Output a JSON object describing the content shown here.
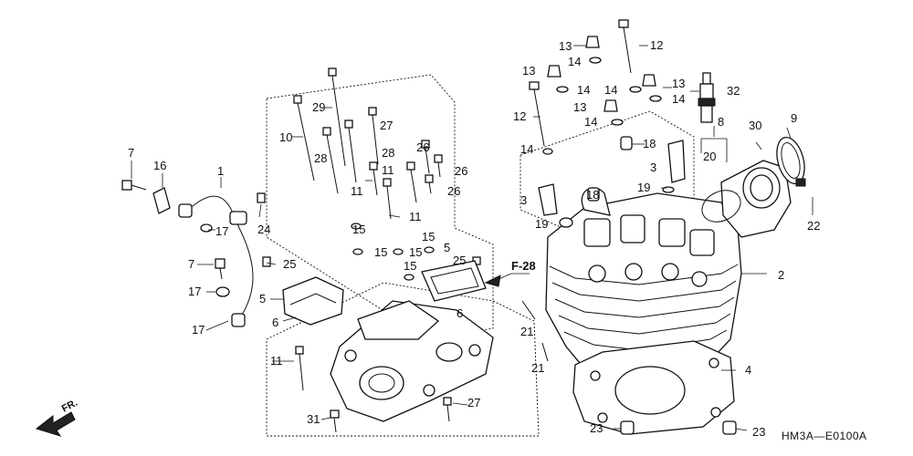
{
  "callouts": [
    {
      "id": "c7a",
      "text": "7"
    },
    {
      "id": "c16",
      "text": "16"
    },
    {
      "id": "c1",
      "text": "1"
    },
    {
      "id": "c17a",
      "text": "17"
    },
    {
      "id": "c24",
      "text": "24"
    },
    {
      "id": "c7b",
      "text": "7"
    },
    {
      "id": "c25a",
      "text": "25"
    },
    {
      "id": "c17b",
      "text": "17"
    },
    {
      "id": "c5a",
      "text": "5"
    },
    {
      "id": "c6a",
      "text": "6"
    },
    {
      "id": "c17c",
      "text": "17"
    },
    {
      "id": "c10",
      "text": "10"
    },
    {
      "id": "c29",
      "text": "29"
    },
    {
      "id": "c28a",
      "text": "28"
    },
    {
      "id": "c27a",
      "text": "27"
    },
    {
      "id": "c28b",
      "text": "28"
    },
    {
      "id": "c26a",
      "text": "26"
    },
    {
      "id": "c11a",
      "text": "11"
    },
    {
      "id": "c26b",
      "text": "26"
    },
    {
      "id": "c11b",
      "text": "11"
    },
    {
      "id": "c26c",
      "text": "26"
    },
    {
      "id": "c11c",
      "text": "11"
    },
    {
      "id": "c15a",
      "text": "15"
    },
    {
      "id": "c15b",
      "text": "15"
    },
    {
      "id": "c15c",
      "text": "15"
    },
    {
      "id": "c15d",
      "text": "15"
    },
    {
      "id": "c15e",
      "text": "15"
    },
    {
      "id": "c5b",
      "text": "5"
    },
    {
      "id": "c25b",
      "text": "25"
    },
    {
      "id": "c6b",
      "text": "6"
    },
    {
      "id": "c11d",
      "text": "11"
    },
    {
      "id": "c31",
      "text": "31"
    },
    {
      "id": "c27b",
      "text": "27"
    },
    {
      "id": "c13a",
      "text": "13"
    },
    {
      "id": "c12a",
      "text": "12"
    },
    {
      "id": "c14a",
      "text": "14"
    },
    {
      "id": "c13b",
      "text": "13"
    },
    {
      "id": "c14b",
      "text": "14"
    },
    {
      "id": "c14c",
      "text": "14"
    },
    {
      "id": "c13c",
      "text": "13"
    },
    {
      "id": "c14d",
      "text": "14"
    },
    {
      "id": "c12b",
      "text": "12"
    },
    {
      "id": "c13d",
      "text": "13"
    },
    {
      "id": "c14e",
      "text": "14"
    },
    {
      "id": "c14f",
      "text": "14"
    },
    {
      "id": "c32",
      "text": "32"
    },
    {
      "id": "c18a",
      "text": "18"
    },
    {
      "id": "c3a",
      "text": "3"
    },
    {
      "id": "c18b",
      "text": "18"
    },
    {
      "id": "c19a",
      "text": "19"
    },
    {
      "id": "c3b",
      "text": "3"
    },
    {
      "id": "c19b",
      "text": "19"
    },
    {
      "id": "c8",
      "text": "8"
    },
    {
      "id": "c20",
      "text": "20"
    },
    {
      "id": "c30",
      "text": "30"
    },
    {
      "id": "c9",
      "text": "9"
    },
    {
      "id": "c22",
      "text": "22"
    },
    {
      "id": "c2",
      "text": "2"
    },
    {
      "id": "c21a",
      "text": "21"
    },
    {
      "id": "c21b",
      "text": "21"
    },
    {
      "id": "c4",
      "text": "4"
    },
    {
      "id": "c23a",
      "text": "23"
    },
    {
      "id": "c23b",
      "text": "23"
    }
  ],
  "reference": "F-28",
  "direction": "FR.",
  "figure_code": "HM3A—E0100A"
}
